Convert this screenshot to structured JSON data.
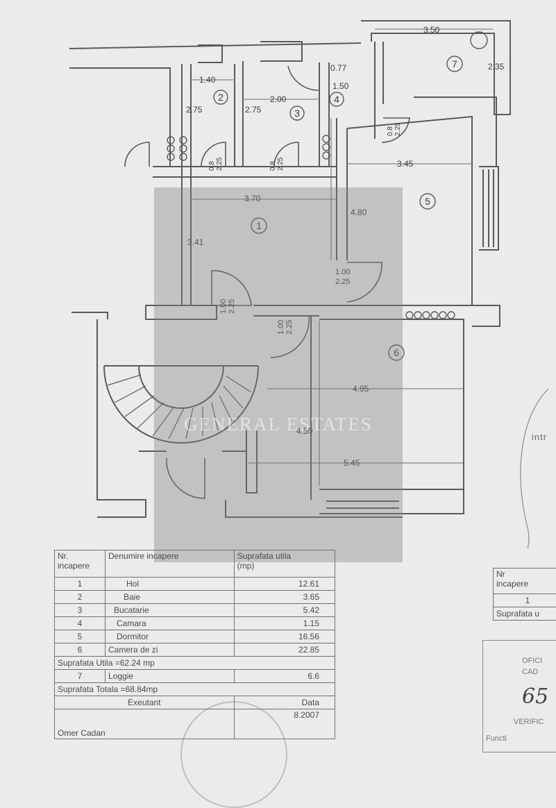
{
  "plan": {
    "rooms": [
      {
        "num": "1"
      },
      {
        "num": "2"
      },
      {
        "num": "3"
      },
      {
        "num": "4"
      },
      {
        "num": "5"
      },
      {
        "num": "6"
      },
      {
        "num": "7"
      }
    ],
    "dims": {
      "loggia_w": "3.50",
      "loggia_h": "2.35",
      "r2_w": "1.40",
      "r2_h": "2.75",
      "r3_w": "2.00",
      "r3_h": "2.75",
      "r4_w": "0.77",
      "r4_h": "1.50",
      "r1_w": "3.70",
      "r1_h": "3.41",
      "r5_w": "3.45",
      "r5_h": "4.80",
      "r6_w1": "4.95",
      "r6_w2": "5.45",
      "r6_h": "4.50"
    },
    "doors": {
      "d2": "0.8\n2.25",
      "d3": "0.8\n2.25",
      "d7": "0.8\n2.25",
      "d5_top": "1.00",
      "d5_bot": "2.25",
      "d_entry": "1.00\n2.25",
      "d6": "1.00\n2.25"
    },
    "watermark": "GENERAL ESTATES",
    "margin_text": "intr"
  },
  "table": {
    "header": {
      "nr": "Nr.\nincapere",
      "name": "Denumire incapere",
      "area": "Suprafata utila\n(mp)"
    },
    "rows": [
      {
        "nr": "1",
        "name": "Hol",
        "area": "12.61"
      },
      {
        "nr": "2",
        "name": "Baie",
        "area": "3.65"
      },
      {
        "nr": "3",
        "name": "Bucatarie",
        "area": "5.42"
      },
      {
        "nr": "4",
        "name": "Camara",
        "area": "1.15"
      },
      {
        "nr": "5",
        "name": "Dormitor",
        "area": "16.56"
      },
      {
        "nr": "6",
        "name": "Camera de zi",
        "area": "22.85"
      }
    ],
    "util_total": "Suprafata  Utila =62.24 mp",
    "loggia_row": {
      "nr": "7",
      "name": "Loggie",
      "area": "6.6"
    },
    "total": "Suprafata Totala =68.84mp",
    "executant_label": "Exeutant",
    "data_label": "Data",
    "executant_name": "Omer Cadan",
    "date": "8.2007"
  },
  "side_table": {
    "nr": "Nr\nincapere",
    "row1": "1",
    "total": "Suprafata u"
  },
  "stamp": {
    "l1": "OFICI",
    "l2": "CAD",
    "l3": "VERIFIC",
    "l4": "Functi",
    "handwriting": "65"
  }
}
